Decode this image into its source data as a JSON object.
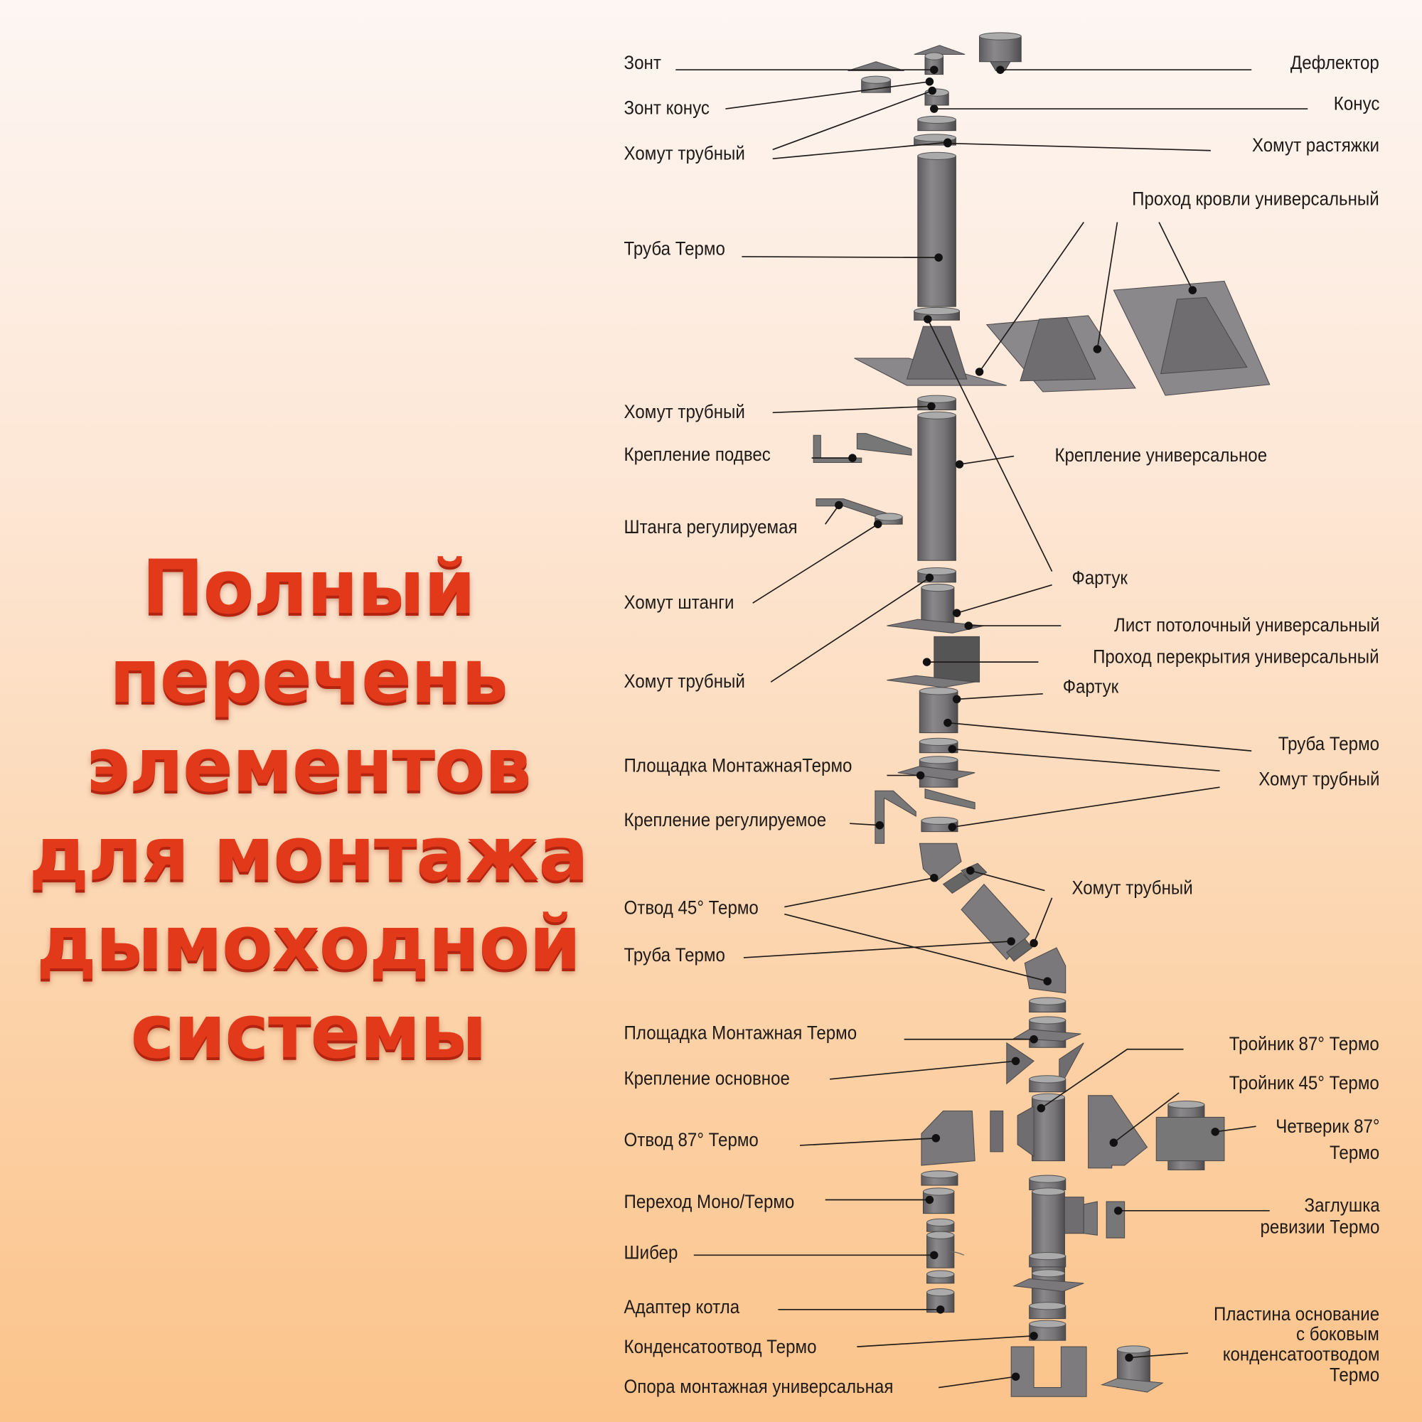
{
  "title": {
    "lines": [
      "Полный",
      "перечень",
      "элементов",
      "для монтажа",
      "дымоходной",
      "системы"
    ]
  },
  "labels_left": [
    "Зонт",
    "Зонт конус",
    "Хомут трубный",
    "Труба Термо",
    "Хомут трубный",
    "Крепление подвес",
    "Штанга регулируемая",
    "Хомут штанги",
    "Хомут трубный",
    "Площадка МонтажнаяТермо",
    "Крепление регулируемое",
    "Отвод 45° Термо",
    "Труба Термо",
    "Площадка Монтажная Термо",
    "Крепление основное",
    "Отвод 87° Термо",
    "Переход Моно/Термо",
    "Шибер",
    "Адаптер котла",
    "Конденсатоотвод Термо",
    "Опора монтажная универсальная"
  ],
  "labels_right": [
    "Дефлектор",
    "Конус",
    "Хомут растяжки",
    "Проход кровли универсальный",
    "Крепление универсальное",
    "Фартук",
    "Лист потолочный универсальный",
    "Проход перекрытия универсальный",
    "Фартук",
    "Труба Термо",
    "Хомут трубный",
    "Хомут трубный",
    "Тройник 87° Термо",
    "Тройник 45° Термо",
    "Четверик 87°",
    "Термо",
    "Заглушка",
    "ревизии Термо",
    "Пластина основание",
    "с боковым",
    "конденсатоотводом",
    "Термо"
  ],
  "colors": {
    "title": "#e2391b",
    "part": "#7d7b7d",
    "line": "#1e1a18"
  }
}
